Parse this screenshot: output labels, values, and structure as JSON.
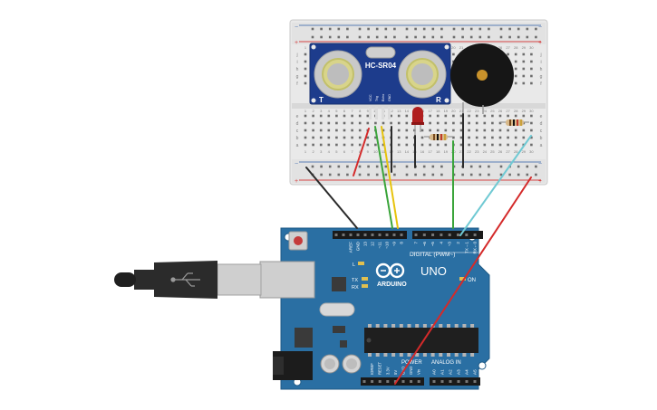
{
  "sensor": {
    "model": "HC-SR04",
    "left_label": "T",
    "right_label": "R",
    "pins": [
      "VCC",
      "Trig",
      "Echo",
      "GND"
    ]
  },
  "breadboard": {
    "column_numbers": [
      "1",
      "2",
      "3",
      "4",
      "5",
      "6",
      "7",
      "8",
      "9",
      "10",
      "11",
      "12",
      "13",
      "14",
      "15",
      "16",
      "17",
      "18",
      "19",
      "20",
      "21",
      "22",
      "23",
      "24",
      "25",
      "26",
      "27",
      "28",
      "29",
      "30"
    ],
    "row_letters_top": [
      "j",
      "i",
      "h",
      "g",
      "f"
    ],
    "row_letters_bottom": [
      "e",
      "d",
      "c",
      "b",
      "a"
    ],
    "rail_plus": "+",
    "rail_minus": "−"
  },
  "arduino": {
    "brand": "ARDUINO",
    "model": "UNO",
    "digital_header_label": "DIGITAL (PWM~)",
    "analog_header_label": "ANALOG IN",
    "power_header_label": "POWER",
    "on_label": "ON",
    "led_labels": [
      "L",
      "TX",
      "RX"
    ],
    "digital_pins": [
      "AREF",
      "GND",
      "13",
      "12",
      "~11",
      "~10",
      "~9",
      "8",
      "7",
      "~6",
      "~5",
      "4",
      "~3",
      "2",
      "TX→1",
      "RX←0"
    ],
    "power_pins": [
      "IOREF",
      "RESET",
      "3.3V",
      "5V",
      "GND",
      "GND",
      "Vin"
    ],
    "analog_pins": [
      "A0",
      "A1",
      "A2",
      "A3",
      "A4",
      "A5"
    ]
  },
  "colors": {
    "board": "#2a6fa3",
    "breadboard": "#ececec",
    "wire_black": "#2b2b2b",
    "wire_green": "#3aa43a",
    "wire_yellow": "#e7c30c",
    "wire_red": "#d42a2a",
    "wire_cyan": "#6fc9d3"
  }
}
